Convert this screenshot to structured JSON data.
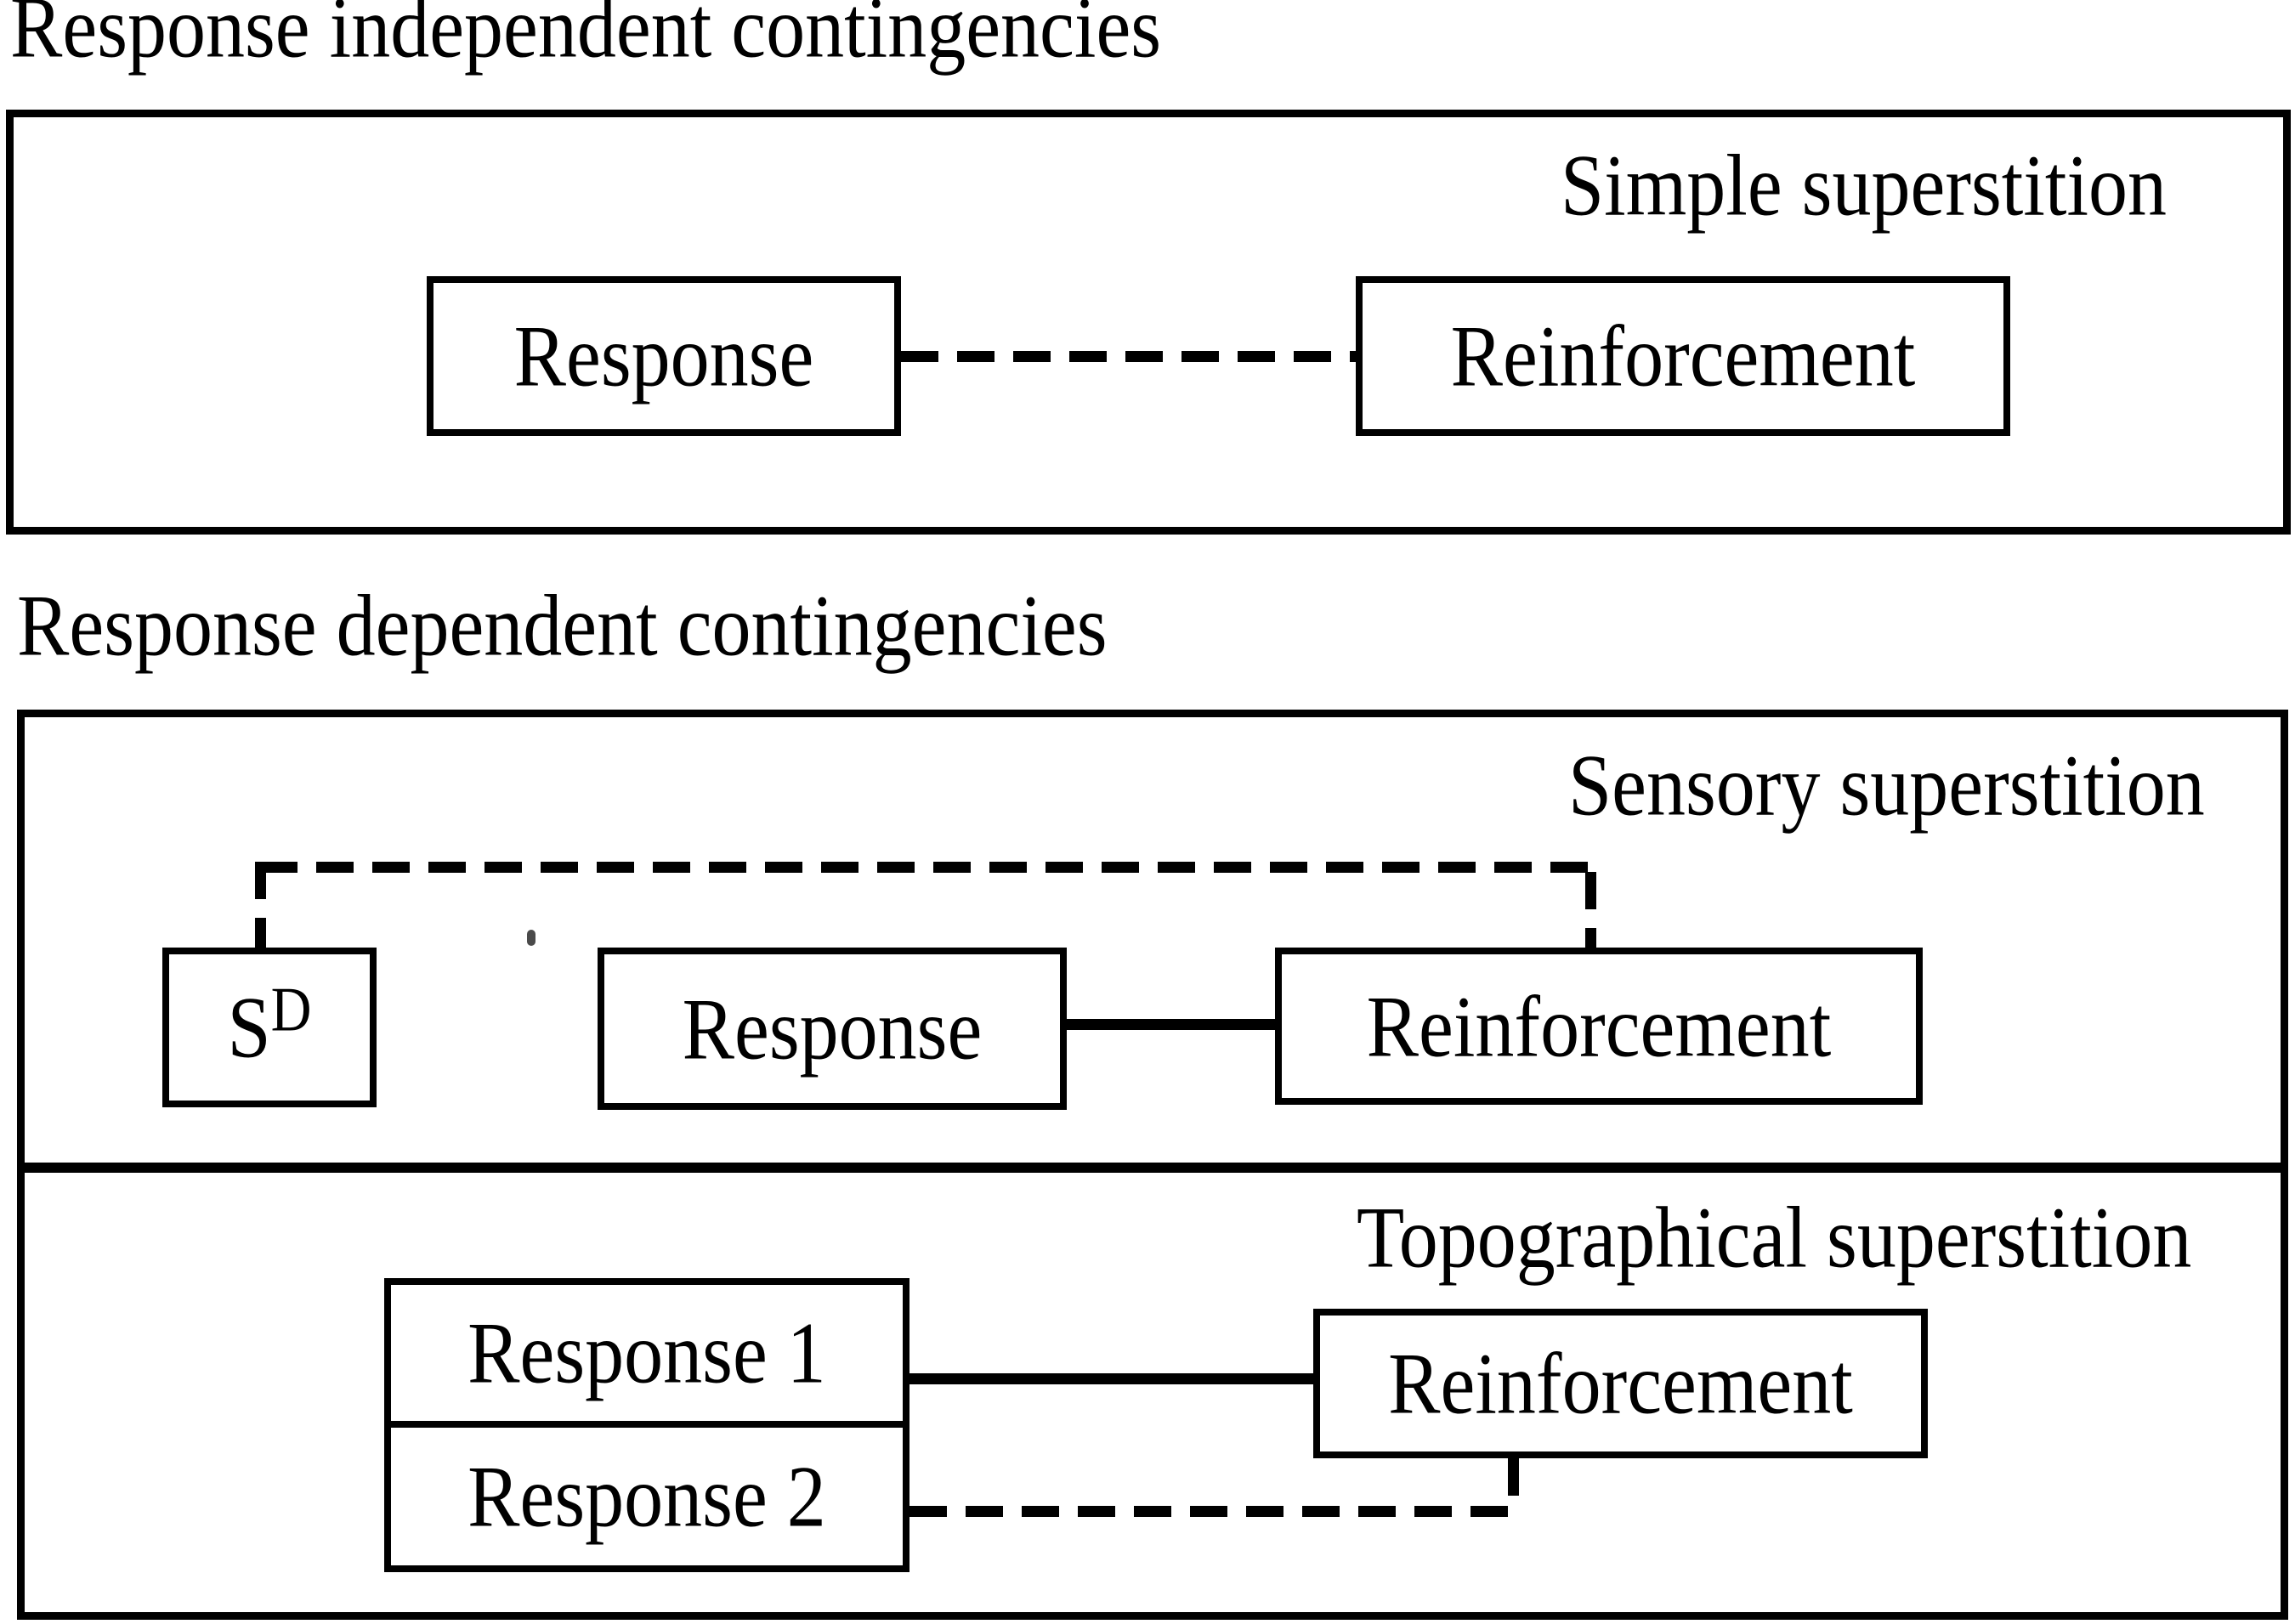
{
  "page": {
    "background": "#ffffff",
    "ink": "#000000",
    "speck_color": "#4a4a4a"
  },
  "headings": {
    "independent": "Response independent contingencies",
    "dependent": "Response dependent contingencies"
  },
  "simple_panel": {
    "label": "Simple superstition",
    "response_box": "Response",
    "reinforcement_box": "Reinforcement",
    "edges": [
      {
        "from": "response_box",
        "to": "reinforcement_box",
        "style": "dashed"
      }
    ]
  },
  "sensory_panel": {
    "label": "Sensory superstition",
    "sd_box": {
      "base": "S",
      "superscript": "D"
    },
    "response_box": "Response",
    "reinforcement_box": "Reinforcement",
    "edges": [
      {
        "from": "response_box",
        "to": "reinforcement_box",
        "style": "solid"
      },
      {
        "from": "sd_box",
        "to": "reinforcement_box",
        "style": "dashed"
      }
    ]
  },
  "topographical_panel": {
    "label": "Topographical superstition",
    "response1_box": "Response 1",
    "response2_box": "Response 2",
    "reinforcement_box": "Reinforcement",
    "edges": [
      {
        "from": "response1_box",
        "to": "reinforcement_box",
        "style": "solid"
      },
      {
        "from": "response2_box",
        "to": "reinforcement_box",
        "style": "dashed"
      }
    ]
  }
}
